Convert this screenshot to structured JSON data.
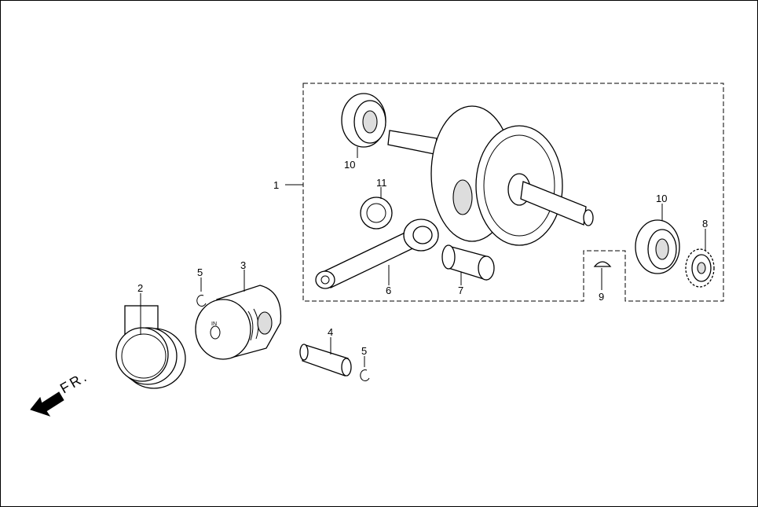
{
  "labels": {
    "crankshaft_assy": "1",
    "piston_ring_set": "2",
    "piston": "3",
    "piston_pin": "4",
    "clip_a": "5",
    "clip_b": "5",
    "connecting_rod": "6",
    "crank_pin": "7",
    "sprocket": "8",
    "key": "9",
    "bearing_left": "10",
    "bearing_right": "10",
    "needle_bearing": "11"
  },
  "piston_mark": "IN",
  "front_indicator": "FR."
}
